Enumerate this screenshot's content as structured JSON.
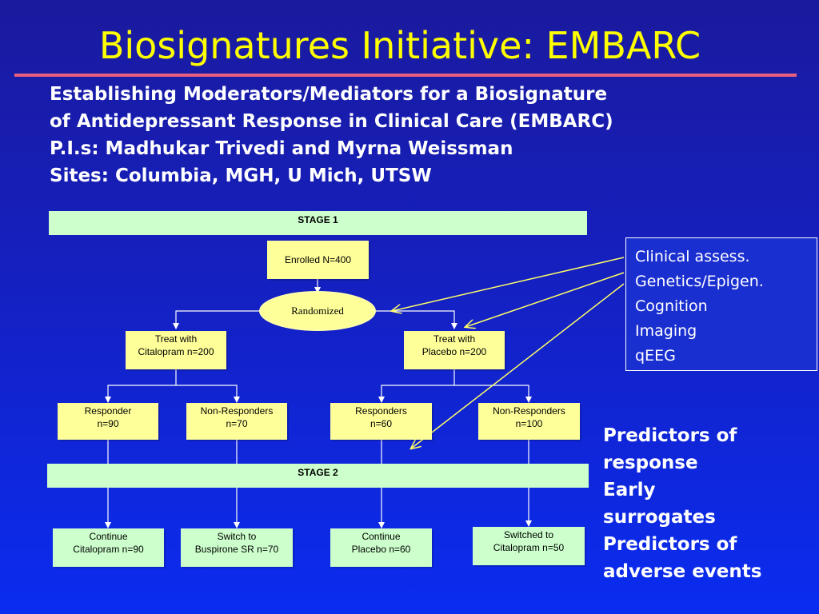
{
  "title": "Biosignatures Initiative: EMBARC",
  "subtitle_lines": [
    "Establishing Moderators/Mediators for a Biosignature",
    "of Antidepressant Response in Clinical Care (EMBARC)",
    "P.I.s: Madhukar Trivedi and Myrna Weissman",
    "Sites: Columbia, MGH, U Mich, UTSW"
  ],
  "flowchart": {
    "stage1": "STAGE 1",
    "enrolled": "Enrolled N=400",
    "randomized": "Randomized",
    "treat_citalopram": [
      "Treat with",
      "Citalopram n=200"
    ],
    "treat_placebo": [
      "Treat with",
      "Placebo n=200"
    ],
    "citalopram_responder": [
      "Responder",
      "n=90"
    ],
    "citalopram_nonresponders": [
      "Non-Responders",
      "n=70"
    ],
    "placebo_responders": [
      "Responders",
      "n=60"
    ],
    "placebo_nonresponders": [
      "Non-Responders",
      "n=100"
    ],
    "stage2": "STAGE 2",
    "continue_citalopram": [
      "Continue",
      "Citalopram n=90"
    ],
    "switch_buspirone": [
      "Switch to",
      "Buspirone SR n=70"
    ],
    "continue_placebo": [
      "Continue",
      "Placebo n=60"
    ],
    "switched_citalopram": [
      "Switched to",
      "Citalopram n=50"
    ]
  },
  "assessments": [
    "Clinical assess.",
    "Genetics/Epigen.",
    "Cognition",
    "Imaging",
    "qEEG"
  ],
  "predictors": [
    "Predictors of",
    "response",
    "Early",
    "surrogates",
    "Predictors of",
    "adverse events"
  ],
  "colors": {
    "title": "#ffff00",
    "rule": "#e8607e",
    "box_yellow": "#ffff99",
    "box_green": "#ccffcc",
    "arrow": "#ffff66"
  }
}
